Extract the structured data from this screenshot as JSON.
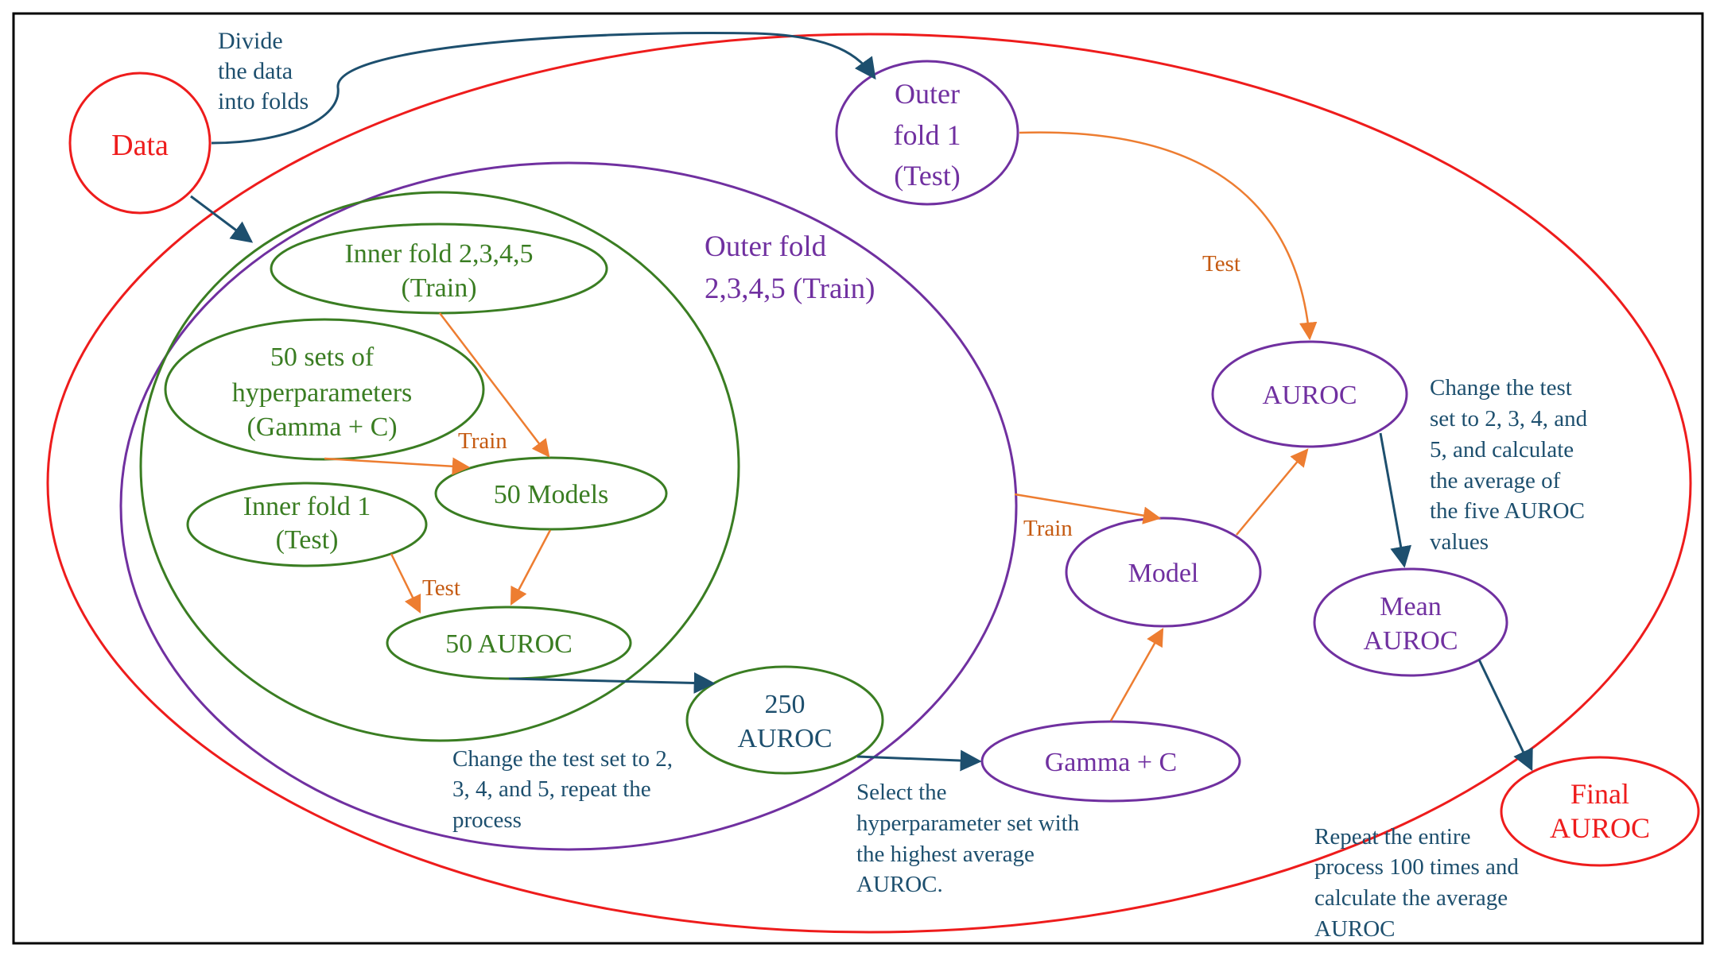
{
  "colors": {
    "red": "#ee1c1c",
    "purple": "#7030a0",
    "green": "#3a7d22",
    "teal": "#1d4f6e",
    "orange": "#ed7d31"
  },
  "nodes": {
    "data": "Data",
    "outer_fold_1": [
      "Outer",
      "fold 1",
      "(Test)"
    ],
    "outer_fold_train": [
      "Outer fold",
      "2,3,4,5 (Train)"
    ],
    "inner_fold_train": [
      "Inner fold 2,3,4,5",
      "(Train)"
    ],
    "hyperparameters": [
      "50 sets of",
      "hyperparameters",
      "(Gamma + C)"
    ],
    "models_50": "50 Models",
    "inner_fold_1": [
      "Inner fold 1",
      "(Test)"
    ],
    "auroc_50": "50 AUROC",
    "auroc_250": [
      "250",
      "AUROC"
    ],
    "gamma_c": "Gamma + C",
    "model": "Model",
    "auroc": "AUROC",
    "mean_auroc": [
      "Mean",
      "AUROC"
    ],
    "final_auroc": [
      "Final",
      "AUROC"
    ]
  },
  "edge_labels": {
    "divide": [
      "Divide",
      "the data",
      "into folds"
    ],
    "test_outer": "Test",
    "train_inner": "Train",
    "test_inner": "Test",
    "train_outer": "Train"
  },
  "notes": {
    "change_test_set_inner": [
      "Change the test set to 2,",
      "3, 4, and 5,   repeat the",
      "process"
    ],
    "select_hyperparameter": [
      "Select the",
      "hyperparameter set with",
      "the highest average",
      "AUROC."
    ],
    "change_test_set_outer": [
      "Change the test",
      "set to 2, 3, 4, and",
      "5, and calculate",
      "the average of",
      "the five AUROC",
      "values"
    ],
    "repeat_process": [
      "Repeat the entire",
      "process 100 times and",
      "calculate the average",
      "AUROC"
    ]
  }
}
